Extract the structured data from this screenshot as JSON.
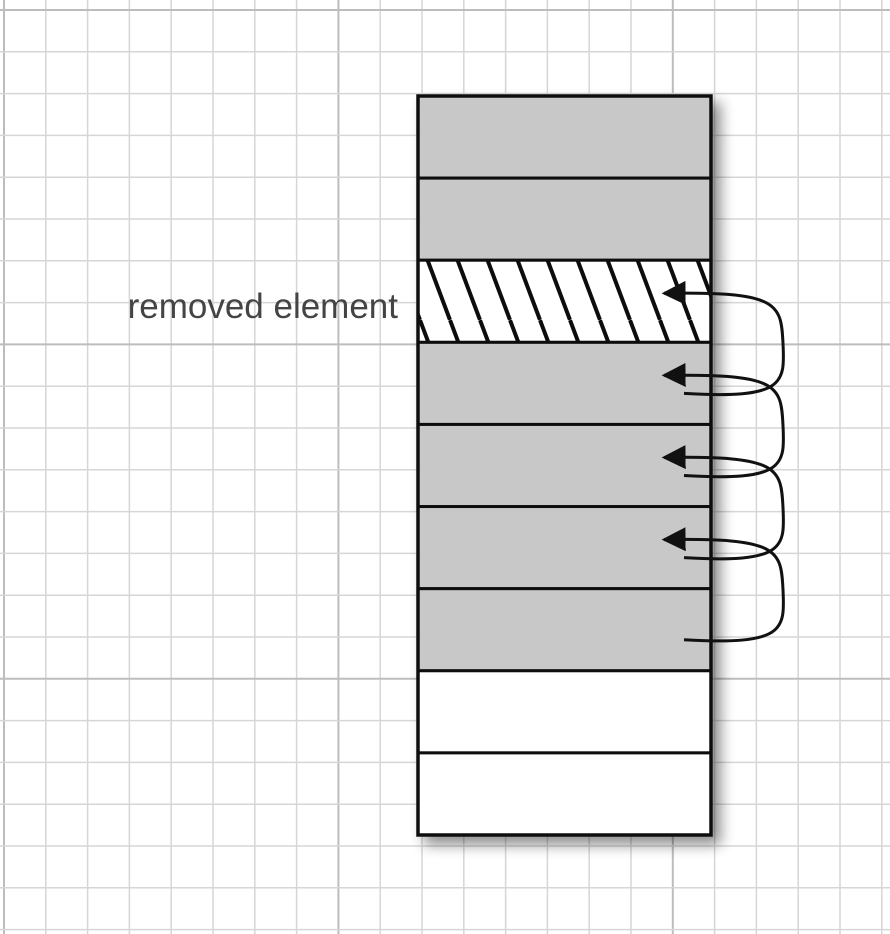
{
  "diagram": {
    "label": "removed element",
    "slots": [
      {
        "state": "filled"
      },
      {
        "state": "filled"
      },
      {
        "state": "removed"
      },
      {
        "state": "filled"
      },
      {
        "state": "filled"
      },
      {
        "state": "filled"
      },
      {
        "state": "filled"
      },
      {
        "state": "empty"
      },
      {
        "state": "empty"
      }
    ],
    "shift_arrows": [
      {
        "from_slot": 4,
        "to_slot": 3
      },
      {
        "from_slot": 5,
        "to_slot": 4
      },
      {
        "from_slot": 6,
        "to_slot": 5
      },
      {
        "from_slot": 7,
        "to_slot": 6
      }
    ],
    "colors": {
      "background": "#ffffff",
      "grid_minor": "#d6d6d6",
      "grid_major": "#bdbdbd",
      "filled_slot": "#c8c8c8",
      "empty_slot": "#ffffff",
      "outline": "#111111",
      "label_text": "#444444"
    }
  }
}
